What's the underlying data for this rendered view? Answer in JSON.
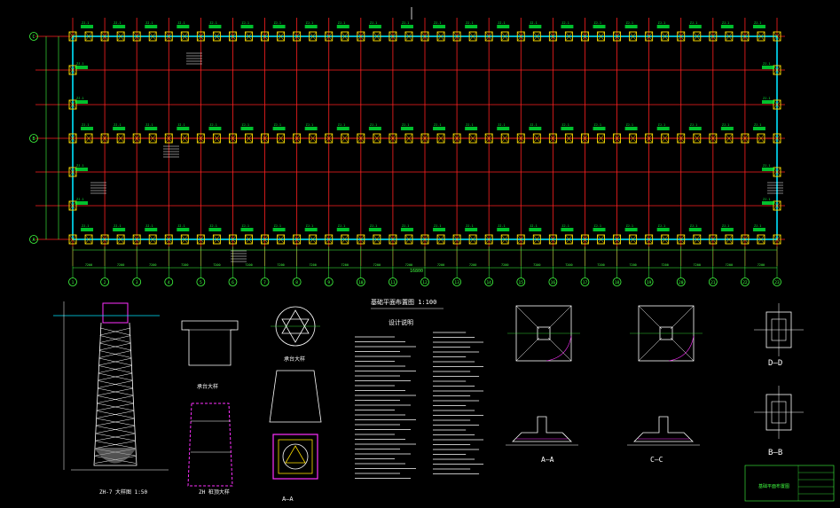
{
  "colors": {
    "background": "#000000",
    "grid_red": "#ff2020",
    "wall_cyan": "#00e5ff",
    "label_green": "#00ff3c",
    "dim_green": "#40ff40",
    "footing_yellow": "#ffe000",
    "text_white": "#ffffff",
    "magenta": "#ff30ff"
  },
  "plan": {
    "row_axes": [
      "A",
      "B",
      "C"
    ],
    "col_axes": [
      "1",
      "2",
      "3",
      "4",
      "5",
      "6",
      "7",
      "8",
      "9",
      "10",
      "11",
      "12",
      "13",
      "14",
      "15",
      "16",
      "17",
      "18",
      "19",
      "20",
      "21",
      "22",
      "23"
    ],
    "column_label": "ZJ-1",
    "title_label": "16800"
  },
  "details": {
    "pile_section_title": "ZH-7 大样图 1:50",
    "pile_cap_title": "承台大样",
    "pile_plan_title": "ZH 桩顶大样",
    "cap_section_title": "承台大样",
    "cap_aa_title": "A—A",
    "section_dd": "D—D",
    "section_bb": "B—B",
    "section_aa_right": "A—A",
    "section_cc": "C—C",
    "notes_title": "基础平面布置图 1:100",
    "notes_subtitle": "设计说明",
    "drawing_title": "基础平面布置图"
  }
}
